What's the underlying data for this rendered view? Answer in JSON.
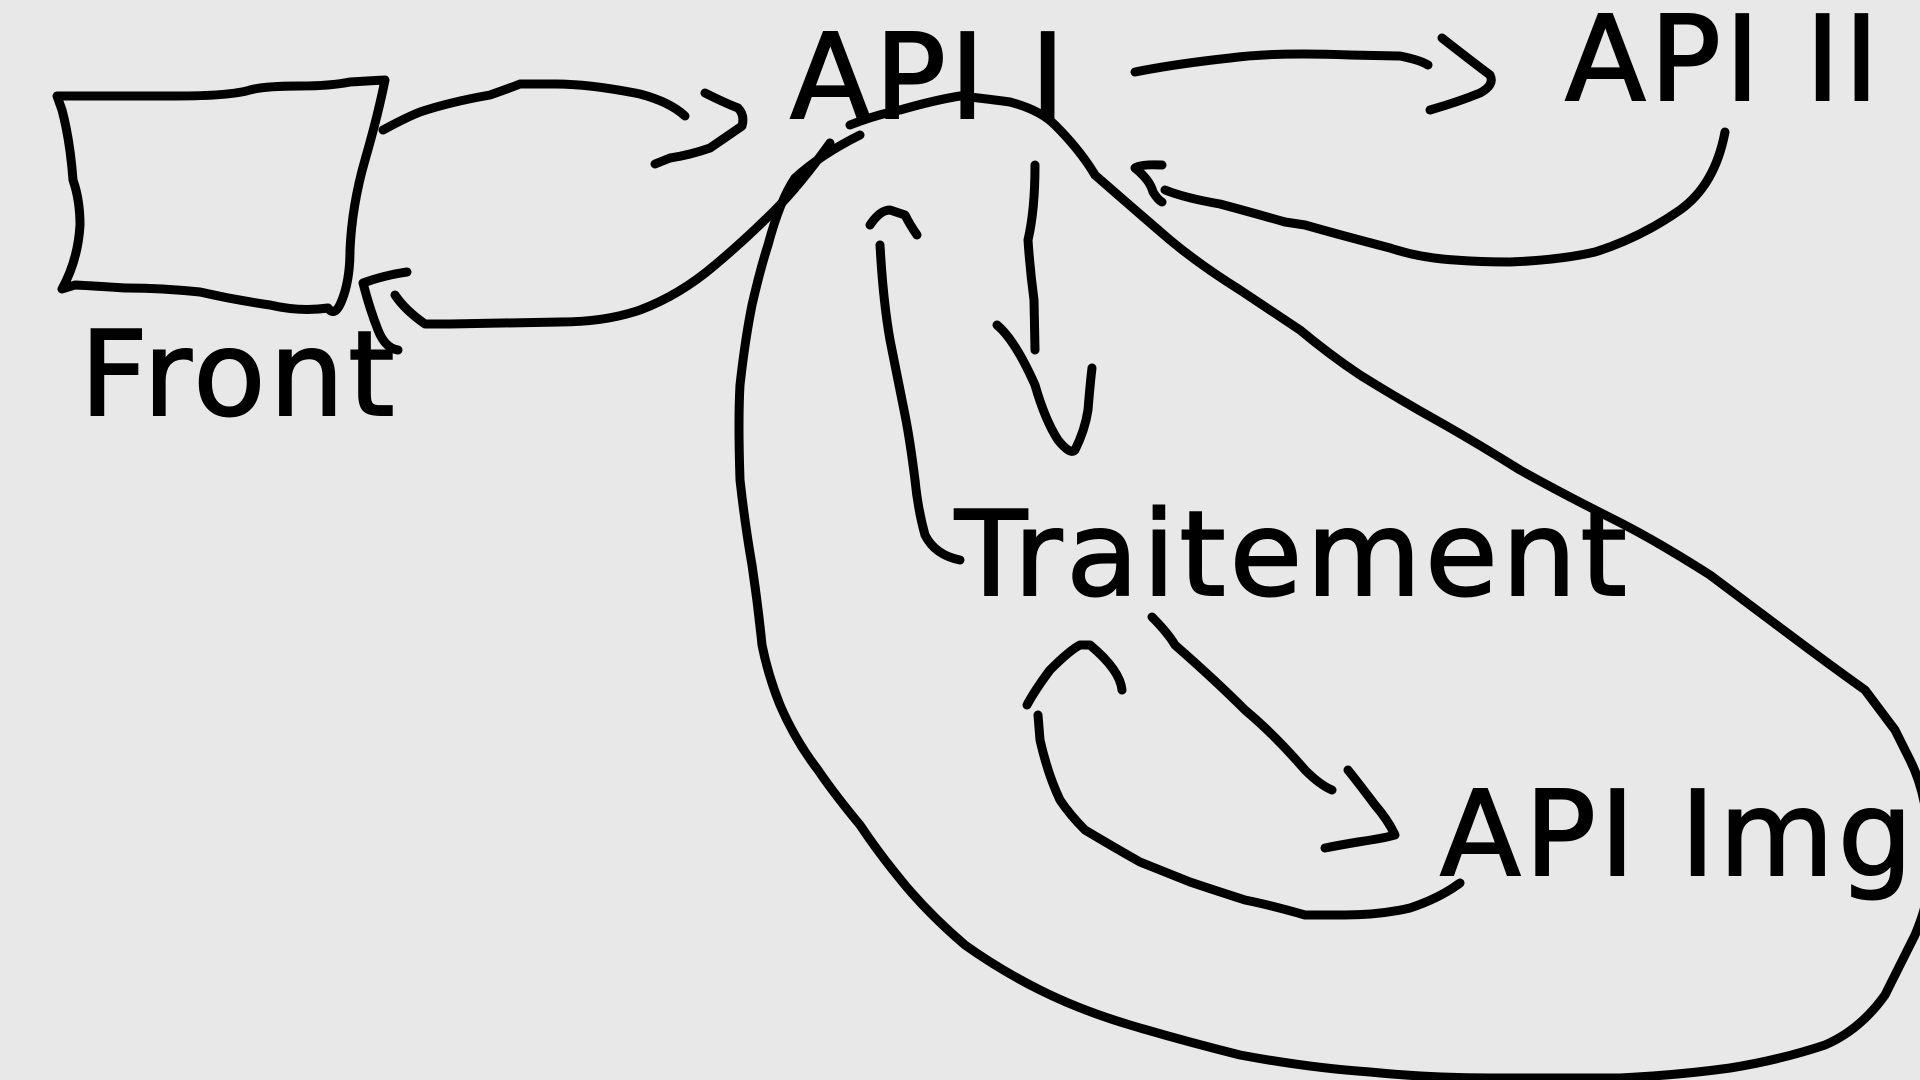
{
  "diagram": {
    "background": "#e8e8e8",
    "ink": "#000000",
    "nodes": {
      "front": {
        "label": "Front"
      },
      "api_i": {
        "label": "API I"
      },
      "api_ii": {
        "label": "API II"
      },
      "traitement": {
        "label": "Traitement"
      },
      "api_img": {
        "label": "API Img"
      }
    }
  }
}
